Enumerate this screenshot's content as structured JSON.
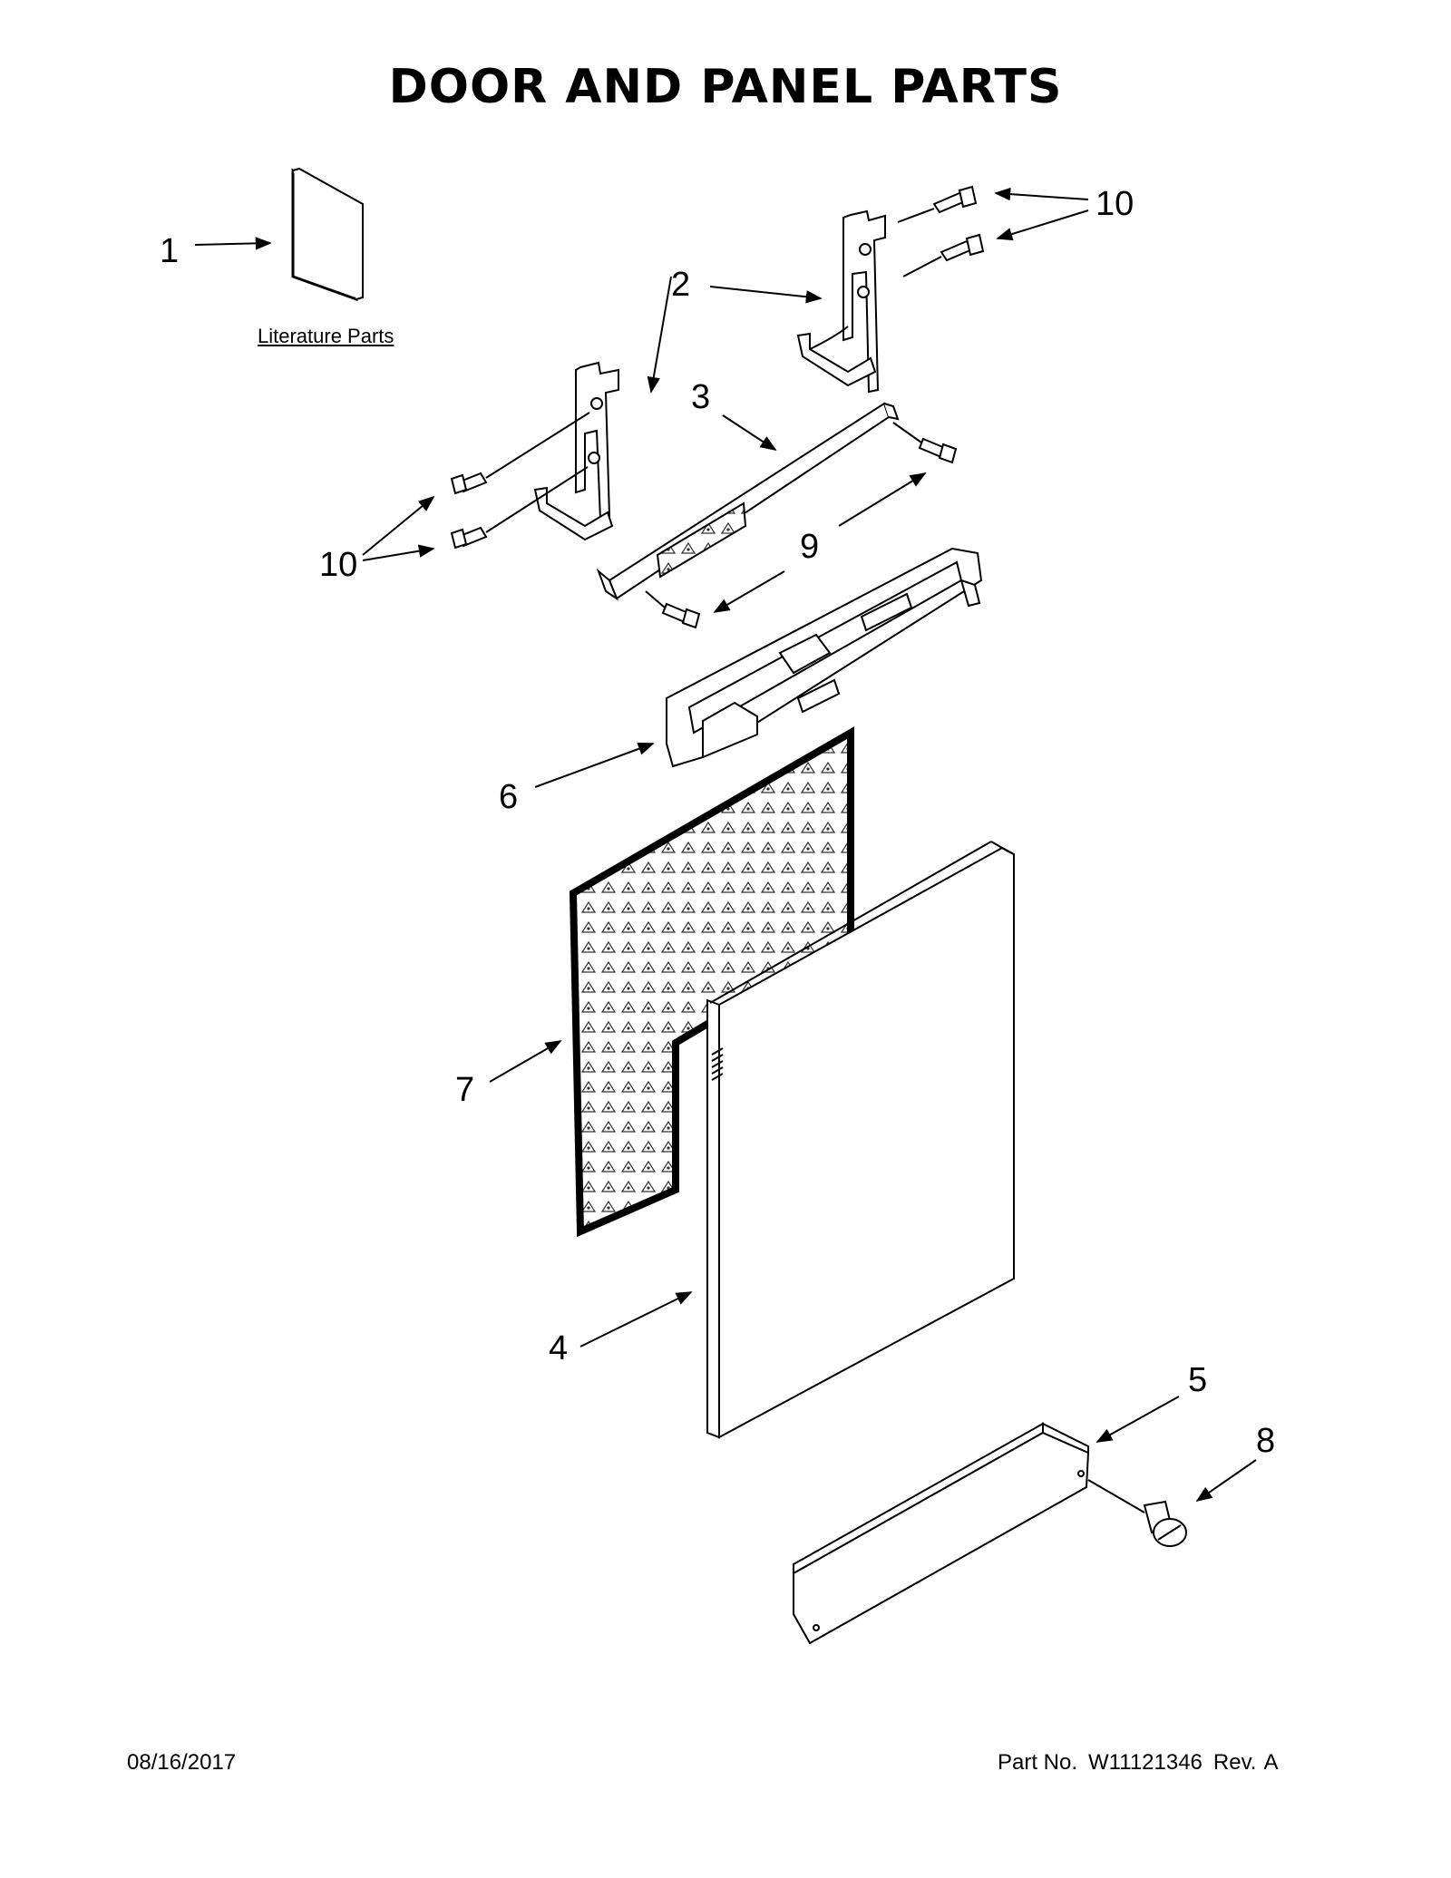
{
  "title": "DOOR AND PANEL PARTS",
  "literature_caption": "Literature Parts",
  "callouts": {
    "c1": "1",
    "c2": "2",
    "c3": "3",
    "c4": "4",
    "c5": "5",
    "c6": "6",
    "c7": "7",
    "c8": "8",
    "c9": "9",
    "c10a": "10",
    "c10b": "10"
  },
  "footer": {
    "date": "08/16/2017",
    "part_prefix": "Part No.",
    "part_number": "W11121346",
    "rev_prefix": "Rev.",
    "rev": "A"
  }
}
